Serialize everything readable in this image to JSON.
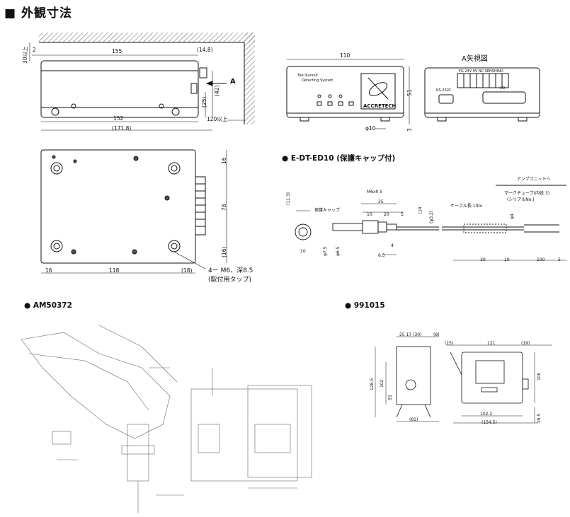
{
  "heading": "■ 外観寸法",
  "top_left": {
    "dims": {
      "d2": "2",
      "d155": "155",
      "d148": "(14.8)",
      "d30": "30以上",
      "d42": "(42)",
      "d25": "(25)",
      "d152": "152",
      "d1718": "(171.8)",
      "d120": "120以上"
    },
    "arrow_label": "A"
  },
  "front_view": {
    "dims": {
      "d110": "110",
      "d51": "51",
      "d3": "3",
      "d10": "φ10"
    },
    "label_line1": "Tool Runout",
    "label_line2": "Detecting System",
    "brand": "ACCRETECH"
  },
  "a_view": {
    "title": "A矢視図",
    "terminals": "FG 24V 0V NC SENSHIND",
    "rs232c": "RS-232C",
    "io": "I/O"
  },
  "bottom_left": {
    "dims": {
      "d16a": "16",
      "d78": "78",
      "d16b": "(16)",
      "d16c": "16",
      "d118": "118",
      "d18": "(18)"
    },
    "tap_line1": "4ー M6、深8.5",
    "tap_line2": "(取付用タップ)"
  },
  "sensor": {
    "title": "● E-DT-ED10 (保護キャップ付)",
    "amp_unit": "アンプユニットへ",
    "mark_tube": "マークチューブ(内径 3)",
    "serial": "(シリアルNo.)",
    "cap": "保護キャップ",
    "thread": "M6x0.5",
    "cable": "ケーブル長:10m",
    "dims": {
      "d35": "35",
      "d10": "10",
      "d20": "20",
      "d5": "5",
      "d4": "4",
      "d6_5": "6.5",
      "d113": "(11.3)",
      "d10b": "10",
      "d7_5": "φ7.5",
      "d6_5b": "φ6.5",
      "d3_2": "(φ3.2)",
      "sq4": "□4",
      "phi4": "φ4",
      "d30": "30",
      "d10c": "10",
      "d100": "100",
      "d5b": "5"
    }
  },
  "am50372": {
    "title": "● AM50372"
  },
  "p991015": {
    "title": "● 991015",
    "dims": {
      "top": "25 17 (30)",
      "d8": "(8)",
      "d15": "(15)",
      "d121": "121",
      "d19": "(19)",
      "d1285": "128.5",
      "d102": "102",
      "d55": "55",
      "d81": "(81)",
      "d1022": "102.2",
      "d1545": "(154.5)",
      "d100": "100",
      "d265": "26.5"
    }
  }
}
